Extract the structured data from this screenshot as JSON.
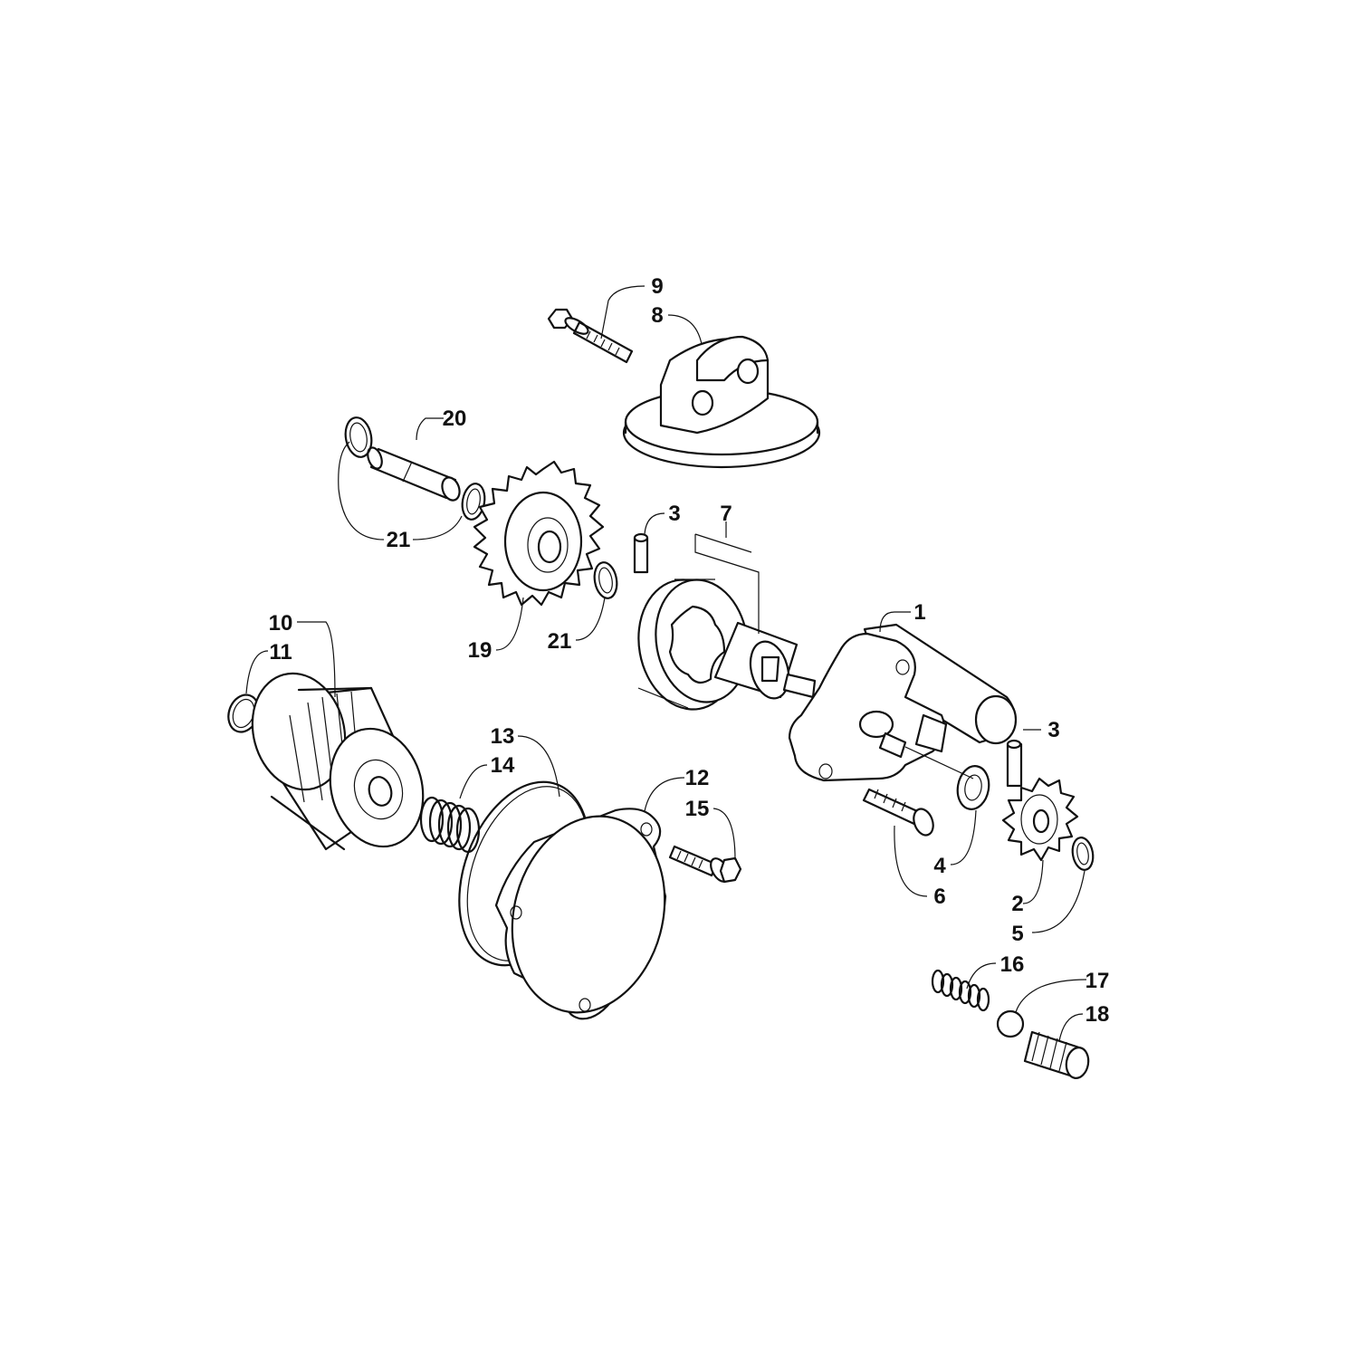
{
  "callouts": {
    "c1": "1",
    "c2": "2",
    "c3a": "3",
    "c3b": "3",
    "c4": "4",
    "c5": "5",
    "c6": "6",
    "c7": "7",
    "c8": "8",
    "c9": "9",
    "c10": "10",
    "c11": "11",
    "c12": "12",
    "c13": "13",
    "c14": "14",
    "c15": "15",
    "c16": "16",
    "c17": "17",
    "c18": "18",
    "c19": "19",
    "c20": "20",
    "c21a": "21",
    "c21b": "21"
  }
}
